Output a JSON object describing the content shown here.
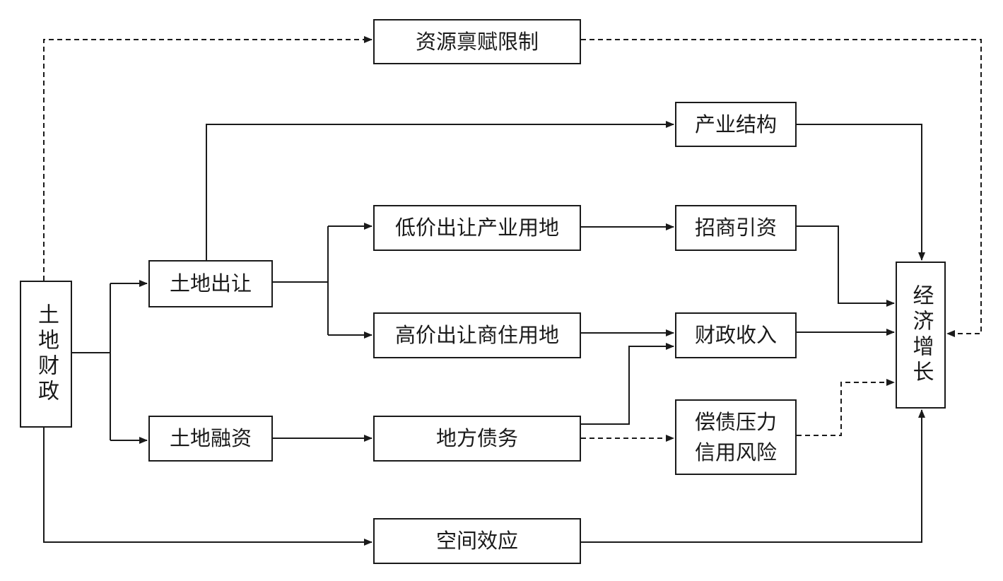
{
  "diagram": {
    "nodes": {
      "land_finance": "土地财政",
      "resource_limit": "资源禀赋限制",
      "industry_structure": "产业结构",
      "land_transfer": "土地出让",
      "low_price_industrial": "低价出让产业用地",
      "investment_attraction": "招商引资",
      "high_price_commercial": "高价出让商住用地",
      "fiscal_revenue": "财政收入",
      "land_financing": "土地融资",
      "local_debt": "地方债务",
      "debt_risk": [
        "偿债压力",
        "信用风险"
      ],
      "spatial_effect": "空间效应",
      "economic_growth": "经济增长"
    },
    "edge_styles": {
      "solid": "direct path",
      "dashed": "indirect / constraint path"
    },
    "colors": {
      "stroke": "#1a1a1a",
      "fill": "#ffffff"
    }
  }
}
